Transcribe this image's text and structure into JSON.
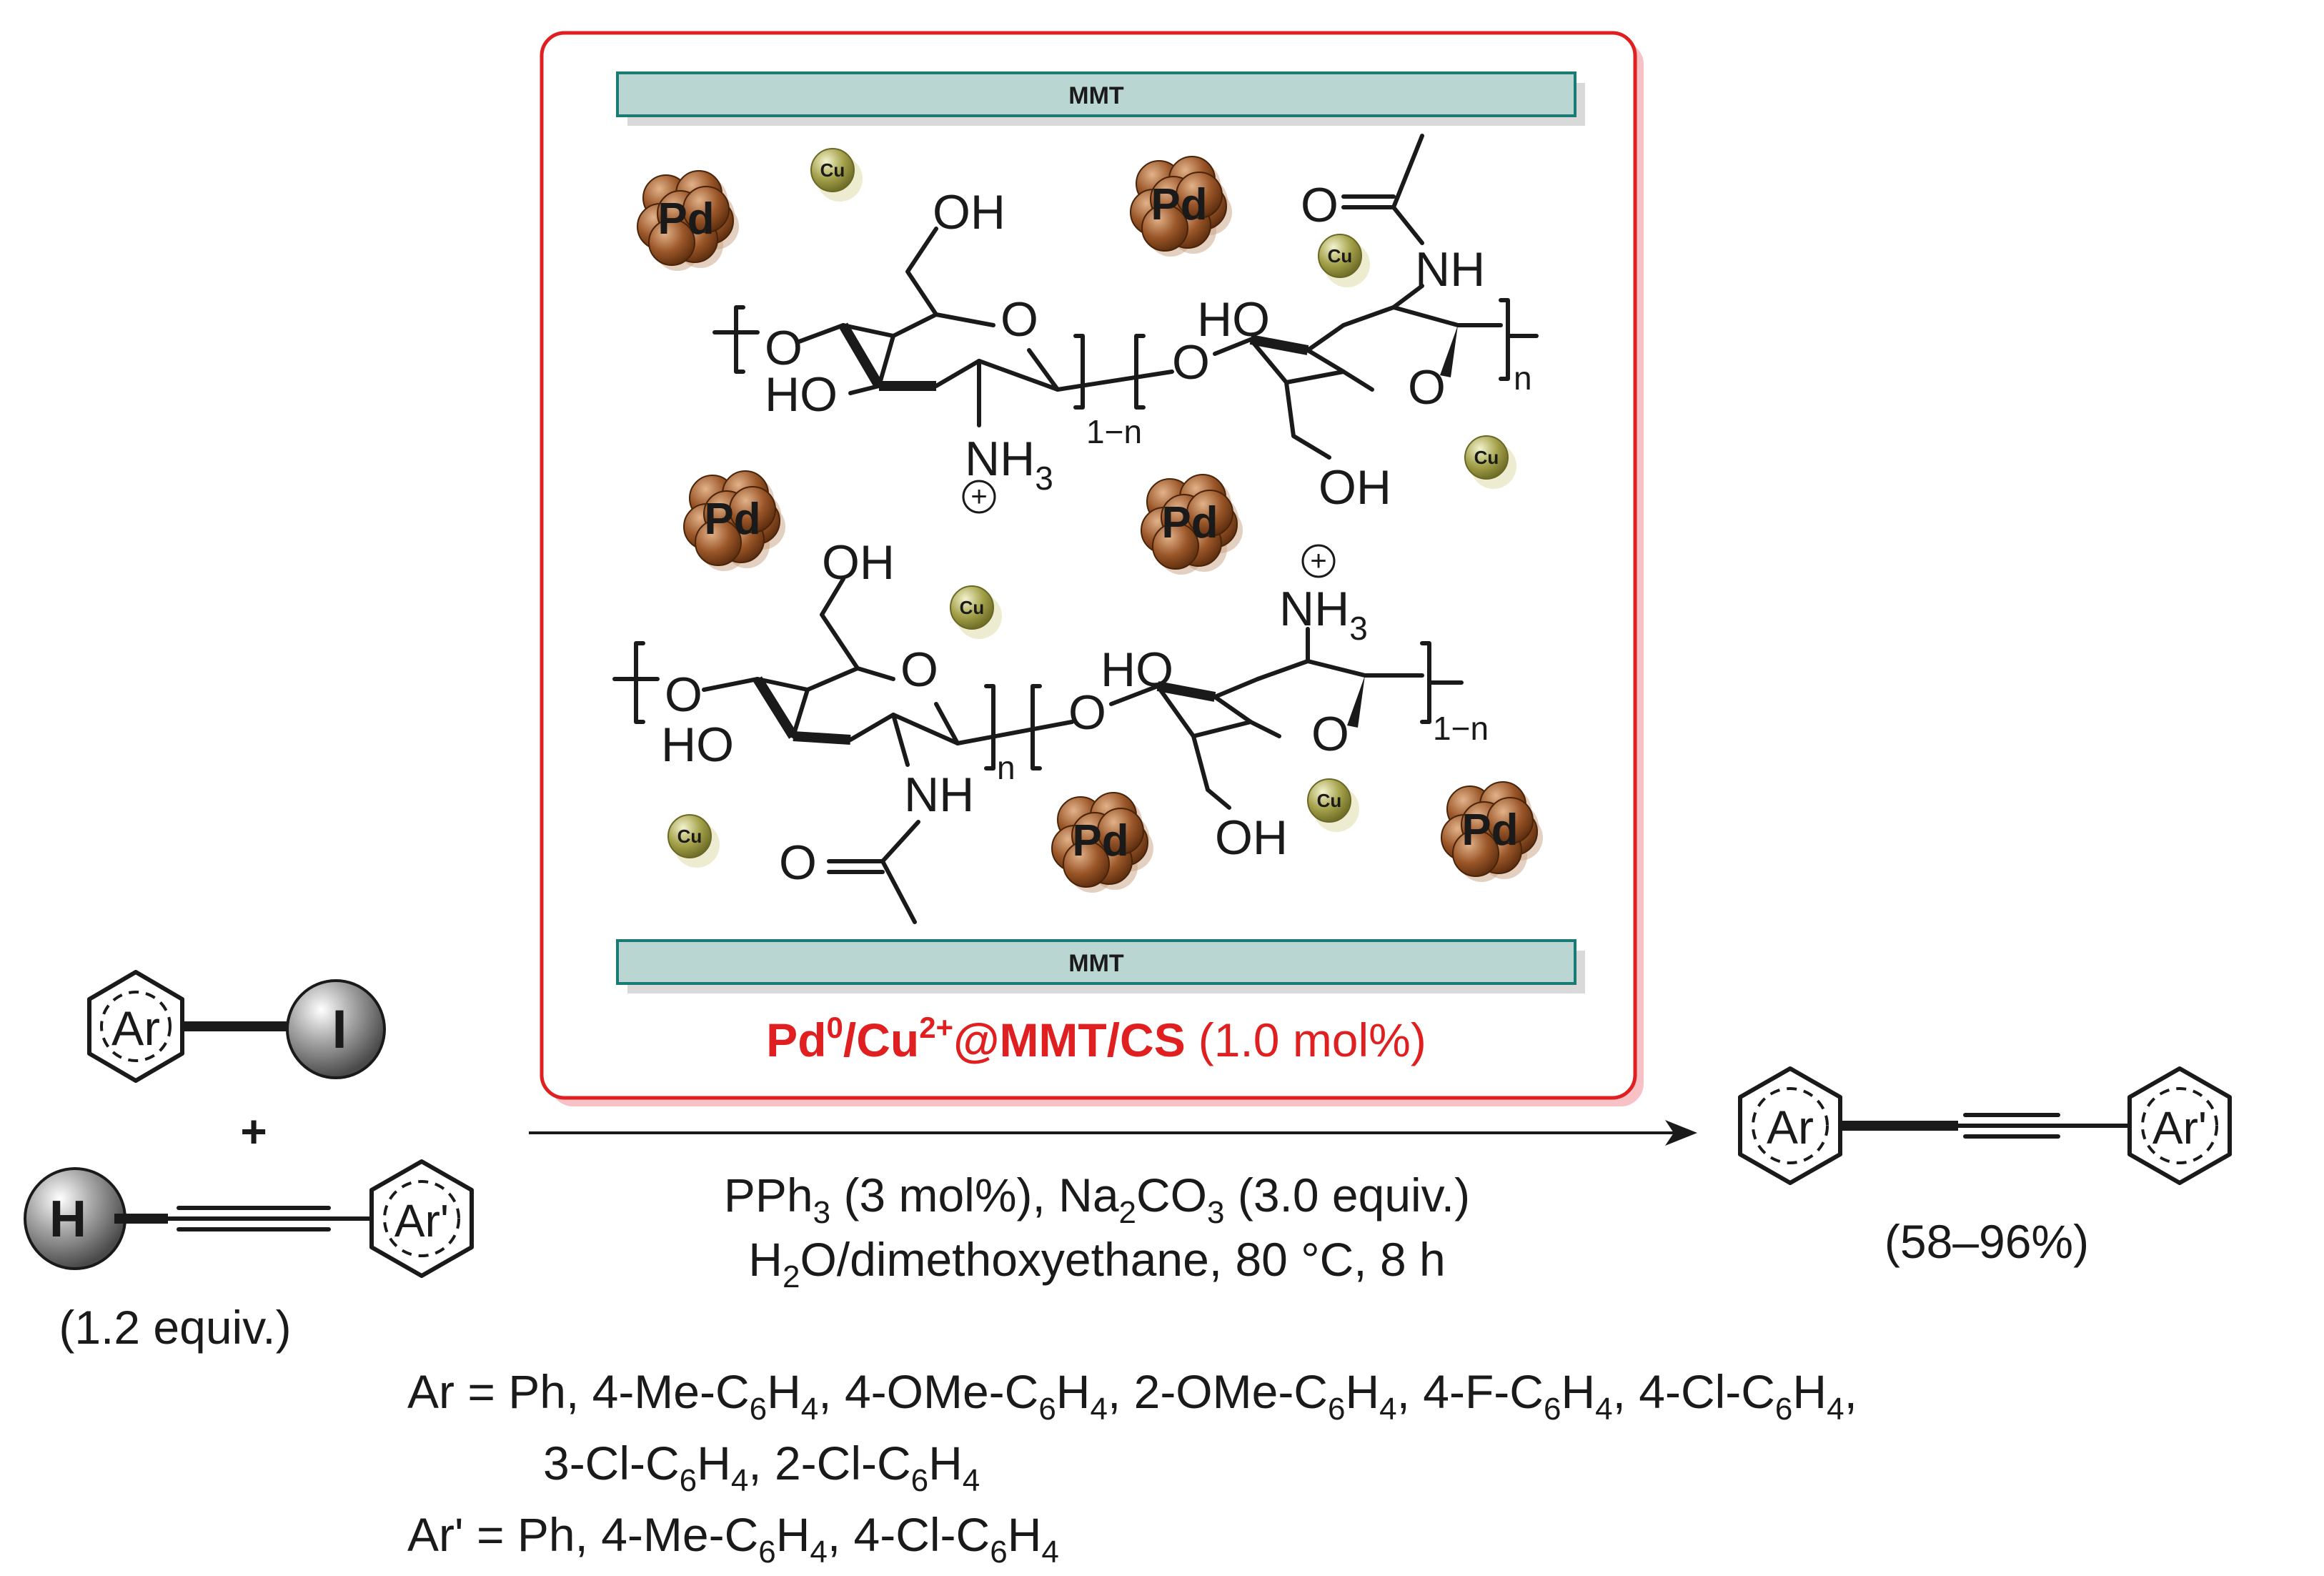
{
  "catalyst": {
    "layer_label_top": "MMT",
    "layer_label_bottom": "MMT",
    "name_base": "Pd",
    "name_sup1": "0",
    "name_mid": "/Cu",
    "name_sup2": "2+",
    "name_tail": "@MMT/CS",
    "loading": "(1.0 mol%)",
    "border_color": "#e02020",
    "layer_color": "#b9d6d3"
  },
  "particles": {
    "pd_label": "Pd",
    "cu_label": "Cu",
    "pd_color": "#8a4a1f",
    "cu_color": "#8c8a35"
  },
  "chitosan": {
    "oh": "OH",
    "ho": "HO",
    "o": "O",
    "nh": "NH",
    "nh3": "NH",
    "sub3": "3",
    "plus": "+",
    "sub_1n": "1−n",
    "sub_n": "n"
  },
  "reactants": {
    "aryl_label": "Ar",
    "iodo_label": "I",
    "plus": "+",
    "h_label": "H",
    "aryl2_label": "Ar'",
    "alkyne_equiv": "(1.2 equiv.)"
  },
  "conditions": {
    "line1_a": "PPh",
    "line1_sub": "3",
    "line1_b": " (3 mol%), Na",
    "line1_sub2": "2",
    "line1_c": "CO",
    "line1_sub3": "3",
    "line1_d": " (3.0 equiv.)",
    "line2_a": "H",
    "line2_sub": "2",
    "line2_b": "O/dimethoxyethane, 80 °C, 8 h"
  },
  "product": {
    "ar": "Ar",
    "ar2": "Ar'",
    "yield": "(58–96%)"
  },
  "scope": {
    "ar_line1": [
      {
        "t": "Ar = Ph, 4-Me-C"
      },
      {
        "s": "6"
      },
      {
        "t": "H"
      },
      {
        "s": "4"
      },
      {
        "t": ", 4-OMe-C"
      },
      {
        "s": "6"
      },
      {
        "t": "H"
      },
      {
        "s": "4"
      },
      {
        "t": ", 2-OMe-C"
      },
      {
        "s": "6"
      },
      {
        "t": "H"
      },
      {
        "s": "4"
      },
      {
        "t": ", 4-F-C"
      },
      {
        "s": "6"
      },
      {
        "t": "H"
      },
      {
        "s": "4"
      },
      {
        "t": ", 4-Cl-C"
      },
      {
        "s": "6"
      },
      {
        "t": "H"
      },
      {
        "s": "4"
      },
      {
        "t": ","
      }
    ],
    "ar_line2": [
      {
        "t": "3-Cl-C"
      },
      {
        "s": "6"
      },
      {
        "t": "H"
      },
      {
        "s": "4"
      },
      {
        "t": ", 2-Cl-C"
      },
      {
        "s": "6"
      },
      {
        "t": "H"
      },
      {
        "s": "4"
      }
    ],
    "ar2_line": [
      {
        "t": "Ar' = Ph, 4-Me-C"
      },
      {
        "s": "6"
      },
      {
        "t": "H"
      },
      {
        "s": "4"
      },
      {
        "t": ", 4-Cl-C"
      },
      {
        "s": "6"
      },
      {
        "t": "H"
      },
      {
        "s": "4"
      }
    ]
  }
}
